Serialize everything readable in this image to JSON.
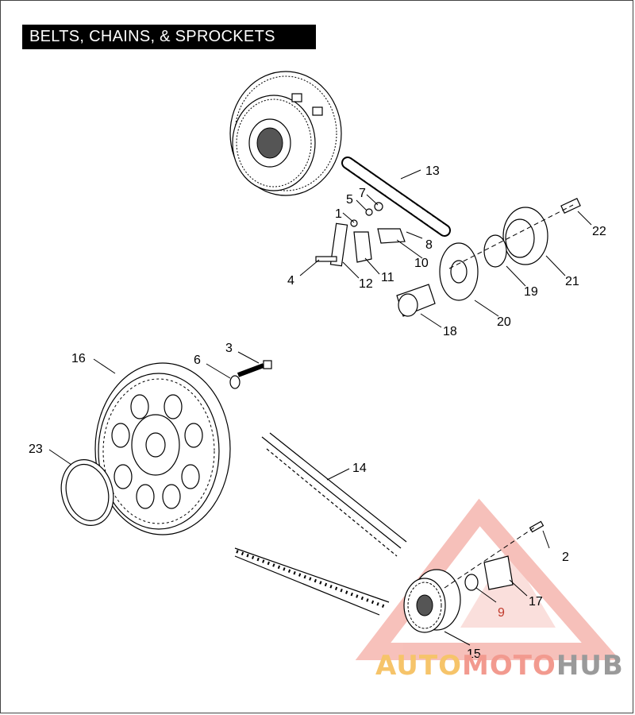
{
  "title": "BELTS, CHAINS, & SPROCKETS",
  "callouts": [
    {
      "id": "c1",
      "label": "1"
    },
    {
      "id": "c2",
      "label": "2"
    },
    {
      "id": "c3",
      "label": "3"
    },
    {
      "id": "c4",
      "label": "4"
    },
    {
      "id": "c5",
      "label": "5"
    },
    {
      "id": "c6",
      "label": "6"
    },
    {
      "id": "c7",
      "label": "7"
    },
    {
      "id": "c8",
      "label": "8"
    },
    {
      "id": "c9",
      "label": "9"
    },
    {
      "id": "c10",
      "label": "10"
    },
    {
      "id": "c11",
      "label": "11"
    },
    {
      "id": "c12",
      "label": "12"
    },
    {
      "id": "c13",
      "label": "13"
    },
    {
      "id": "c14",
      "label": "14"
    },
    {
      "id": "c15",
      "label": "15"
    },
    {
      "id": "c16",
      "label": "16"
    },
    {
      "id": "c17",
      "label": "17"
    },
    {
      "id": "c18",
      "label": "18"
    },
    {
      "id": "c19",
      "label": "19"
    },
    {
      "id": "c20",
      "label": "20"
    },
    {
      "id": "c21",
      "label": "21"
    },
    {
      "id": "c22",
      "label": "22"
    },
    {
      "id": "c23",
      "label": "23"
    }
  ],
  "watermark": {
    "part1": "AUTO",
    "part2": "MOTO",
    "part3": "HUB",
    "color_triangle": "#e74c3c",
    "color_auto": "#f6c46a",
    "color_moto": "#f29a8f",
    "color_hub": "#9a9a9a"
  }
}
